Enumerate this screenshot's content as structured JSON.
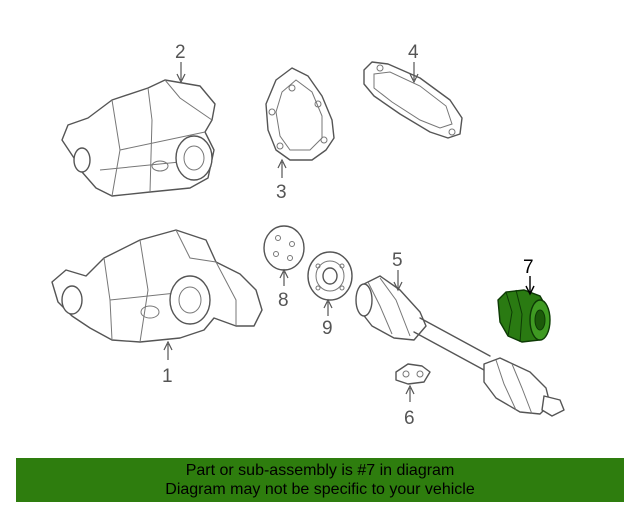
{
  "callouts": [
    {
      "id": "1",
      "text": "1"
    },
    {
      "id": "2",
      "text": "2"
    },
    {
      "id": "3",
      "text": "3"
    },
    {
      "id": "4",
      "text": "4"
    },
    {
      "id": "5",
      "text": "5"
    },
    {
      "id": "6",
      "text": "6"
    },
    {
      "id": "7",
      "text": "7"
    },
    {
      "id": "8",
      "text": "8"
    },
    {
      "id": "9",
      "text": "9"
    }
  ],
  "highlight": {
    "part": "7",
    "color": "#2a7a12"
  },
  "banner": {
    "line1": "Part or sub-assembly is #7 in diagram",
    "line2": "Diagram may not be specific to your vehicle",
    "background": "#2e7d0e"
  }
}
